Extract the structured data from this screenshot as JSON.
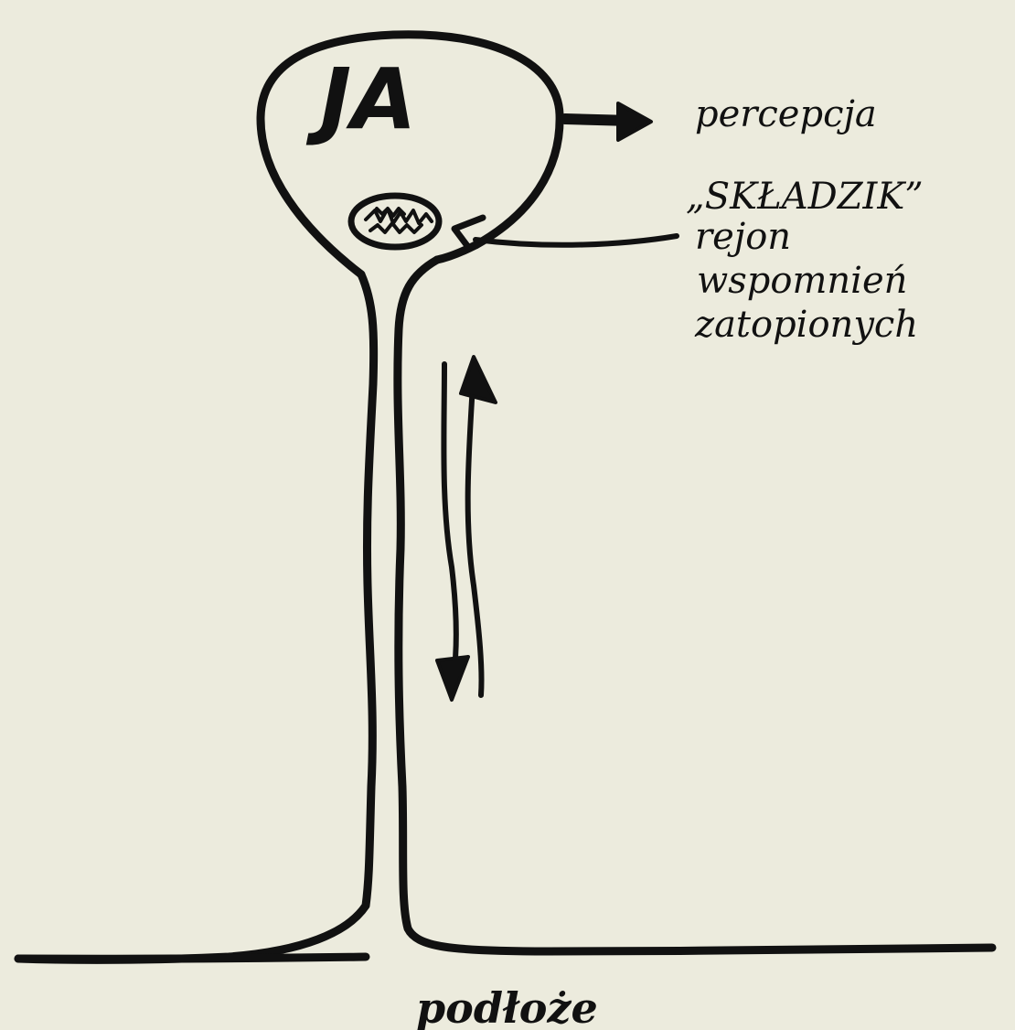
{
  "diagram": {
    "ego_label": "JA",
    "perception_label": "percepcja",
    "lumber_room_label": "„SKŁADZIK”",
    "repressed_memories_label_1": "rejon",
    "repressed_memories_label_2": "wspomnień",
    "repressed_memories_label_3": "zatopionych",
    "ground_label": "podłoże",
    "colors": {
      "background": "#ecebdd",
      "ink": "#111111"
    }
  }
}
